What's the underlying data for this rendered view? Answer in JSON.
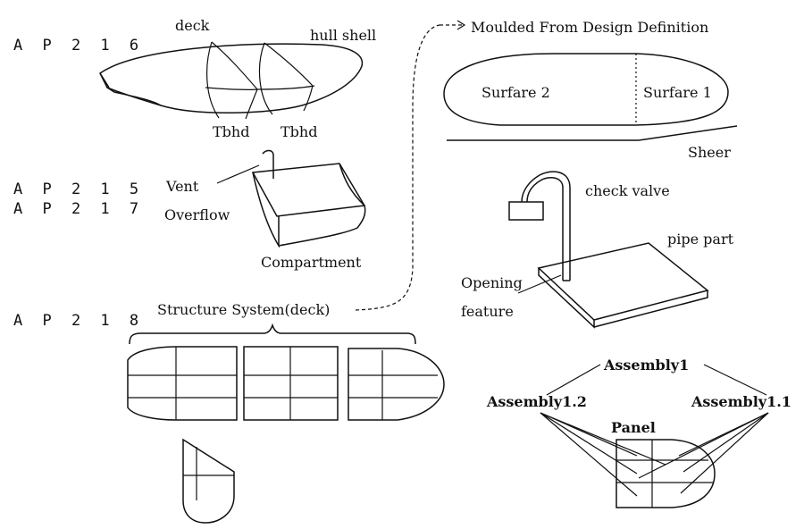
{
  "protocols": {
    "ap216": "A P 2 1 6",
    "ap215": "A P 2 1 5",
    "ap217": "A P 2 1 7",
    "ap218": "A P 2 1 8"
  },
  "hull": {
    "deck": "deck",
    "hull_shell": "hull shell",
    "tbhd_1": "Tbhd",
    "tbhd_2": "Tbhd"
  },
  "compartment": {
    "vent": "Vent",
    "overflow": "Overflow",
    "compartment": "Compartment"
  },
  "moulded": {
    "title": "Moulded From Design Definition",
    "surface_2": "Surfare 2",
    "surface_1": "Surfare 1",
    "sheer": "Sheer"
  },
  "piping": {
    "check_valve": "check valve",
    "pipe_part": "pipe part",
    "opening": "Opening",
    "feature": "feature"
  },
  "structure": {
    "title": "Structure System(deck)"
  },
  "assembly": {
    "assembly1": "Assembly1",
    "assembly1_2": "Assembly1.2",
    "assembly1_1": "Assembly1.1",
    "panel": "Panel"
  }
}
